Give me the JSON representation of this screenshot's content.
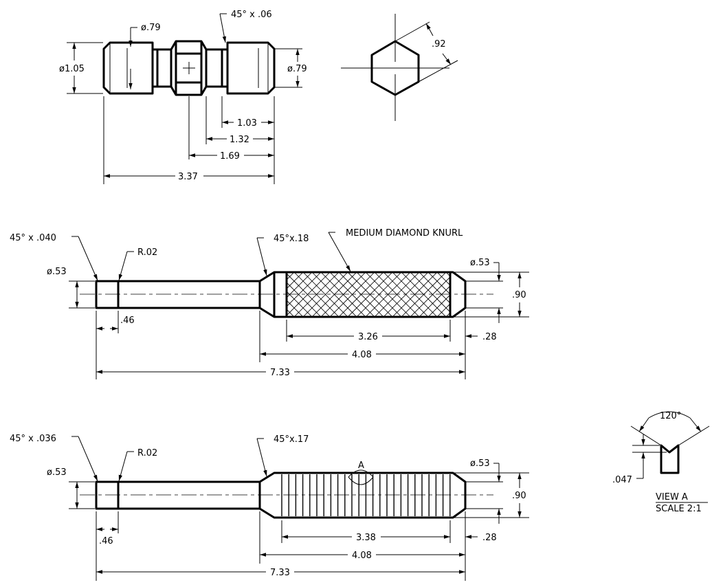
{
  "top_view": {
    "chamfer": "45° x .06",
    "dia_left": "ø.79",
    "dia_overall": "ø1.05",
    "dia_right": "ø.79",
    "dim_1": "1.03",
    "dim_2": "1.32",
    "dim_3": "1.69",
    "dim_overall": "3.37",
    "hex_flats": ".92"
  },
  "middle_view": {
    "chamfer_end": "45° x .040",
    "radius": "R.02",
    "chamfer_step": "45°x.18",
    "knurl_note": "MEDIUM DIAMOND KNURL",
    "dia_left": "ø.53",
    "dia_right": "ø.53",
    "dia_body": ".90",
    "dim_groove": ".46",
    "dim_knurl": "3.26",
    "dim_end": ".28",
    "dim_body": "4.08",
    "dim_overall": "7.33"
  },
  "bottom_view": {
    "chamfer_end": "45° x .036",
    "radius": "R.02",
    "chamfer_step": "45°x.17",
    "detail_callout": "A",
    "dia_left": "ø.53",
    "dia_right": "ø.53",
    "dia_body": ".90",
    "dim_groove": ".46",
    "dim_ribs": "3.38",
    "dim_end": ".28",
    "dim_body": "4.08",
    "dim_overall": "7.33"
  },
  "view_a": {
    "angle": "120°",
    "depth": ".047",
    "title": "VIEW A",
    "scale": "SCALE 2:1"
  }
}
